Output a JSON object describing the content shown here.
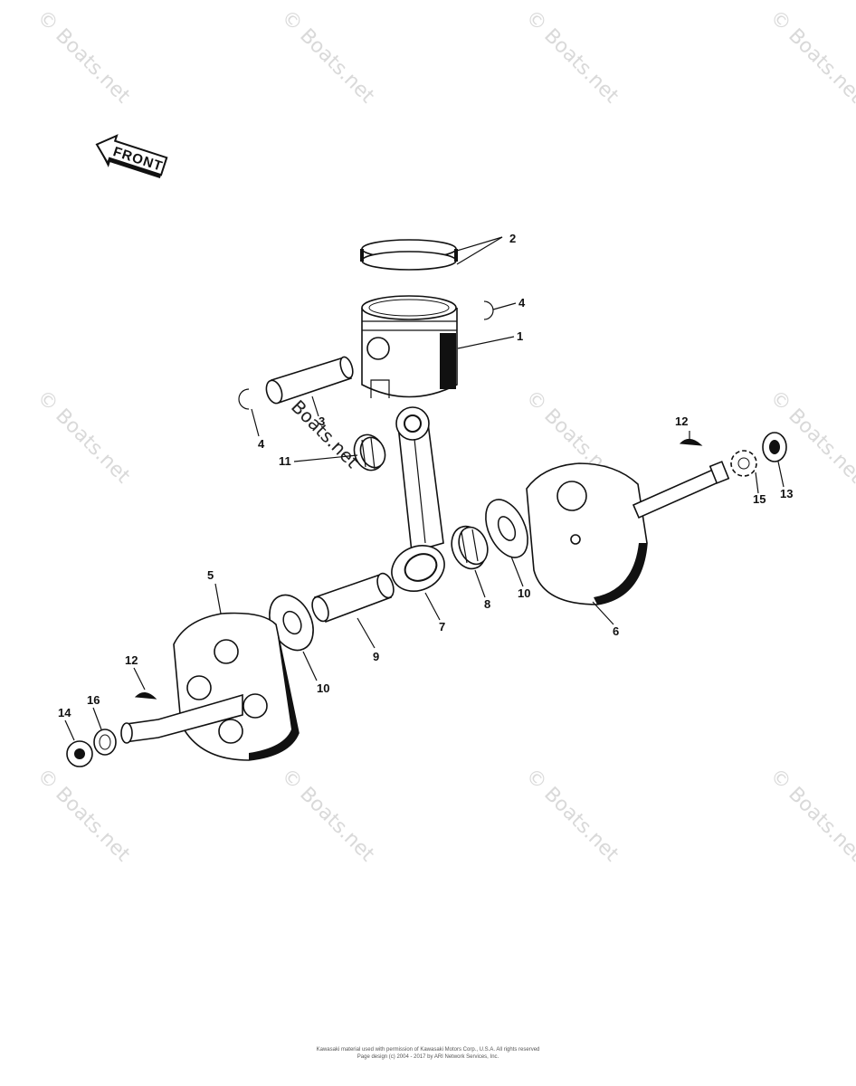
{
  "front_arrow_label": "FRONT",
  "watermark_text": "© Boats.net",
  "callouts": [
    "1",
    "2",
    "3",
    "4",
    "4",
    "5",
    "6",
    "7",
    "8",
    "9",
    "10",
    "10",
    "11",
    "12",
    "12",
    "13",
    "14",
    "15",
    "16"
  ],
  "footer": {
    "line1": "Kawasaki material used with permission of Kawasaki Motors Corp., U.S.A. All rights reserved",
    "line2": "Page design (c) 2004 - 2017 by ARI Network Services, Inc."
  }
}
